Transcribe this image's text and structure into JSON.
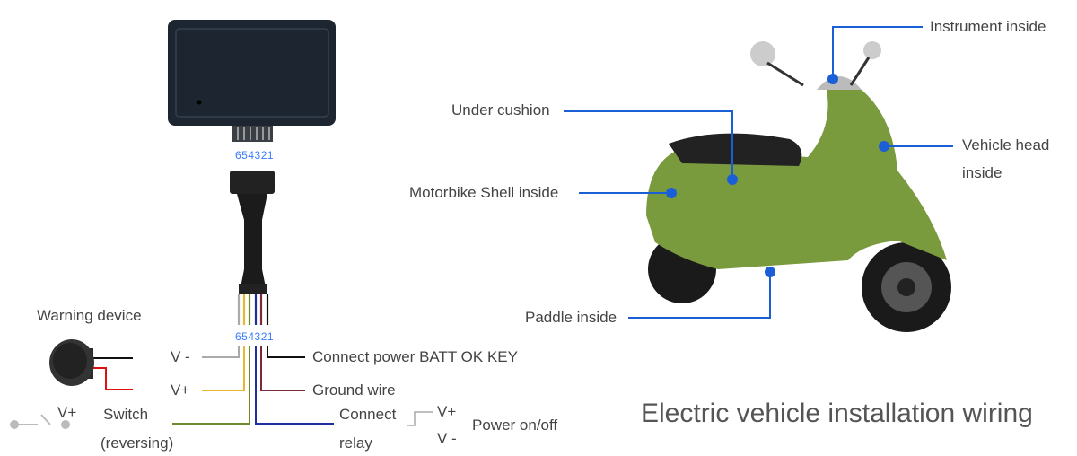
{
  "device": {
    "pin_top": "654321",
    "pin_bottom": "654321"
  },
  "wiring": {
    "warning_device": "Warning device",
    "v_minus": "V -",
    "v_plus": "V+",
    "switch_v_plus": "V+",
    "switch": "Switch",
    "reversing": "(reversing)",
    "batt": "Connect power BATT OK KEY",
    "ground": "Ground wire",
    "connect": "Connect",
    "relay": "relay",
    "relay_v_plus": "V+",
    "relay_v_minus": "V -",
    "power": "Power on/off"
  },
  "scooter": {
    "instrument": "Instrument inside",
    "cushion": "Under cushion",
    "head_1": "Vehicle head",
    "head_2": "inside",
    "shell": "Motorbike Shell inside",
    "paddle": "Paddle inside"
  },
  "title": "Electric vehicle installation wiring",
  "colors": {
    "callout": "#1a5fd6",
    "pin_label": "#3a7bff"
  }
}
